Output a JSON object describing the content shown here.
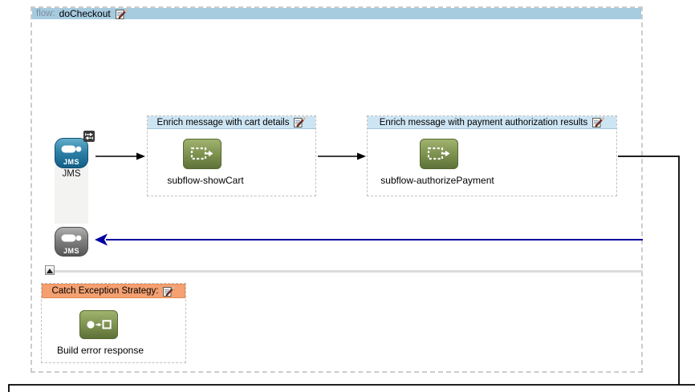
{
  "flow": {
    "kind_label": "flow:",
    "name": "doCheckout"
  },
  "endpoints": {
    "inbound": {
      "icon_text": "JMS",
      "lane_label": "JMS"
    },
    "response": {
      "icon_text": "JMS"
    }
  },
  "processors": [
    {
      "header": "Enrich message with cart details",
      "label": "subflow-showCart"
    },
    {
      "header": "Enrich message with payment authorization results",
      "label": "subflow-authorizePayment"
    }
  ],
  "exception_strategy": {
    "header": "Catch Exception Strategy:",
    "label": "Build error response"
  },
  "icons": {
    "edit": "edit-icon",
    "flow_ref": "flow-ref-icon",
    "build_response": "message-transform-icon",
    "exchange_badge": "two-way-arrows-icon",
    "collapse": "collapse-toggle-icon"
  },
  "colors": {
    "flow_header_bg": "#a6cbdf",
    "processor_header_bg": "#cde5f3",
    "exception_header_bg": "#f4a071",
    "jms_icon_blue": "#2e81a8",
    "jms_icon_gray": "#777777",
    "subflow_icon_green": "#7b8f4e",
    "response_connector": "#0000a0",
    "request_connector": "#000000"
  }
}
